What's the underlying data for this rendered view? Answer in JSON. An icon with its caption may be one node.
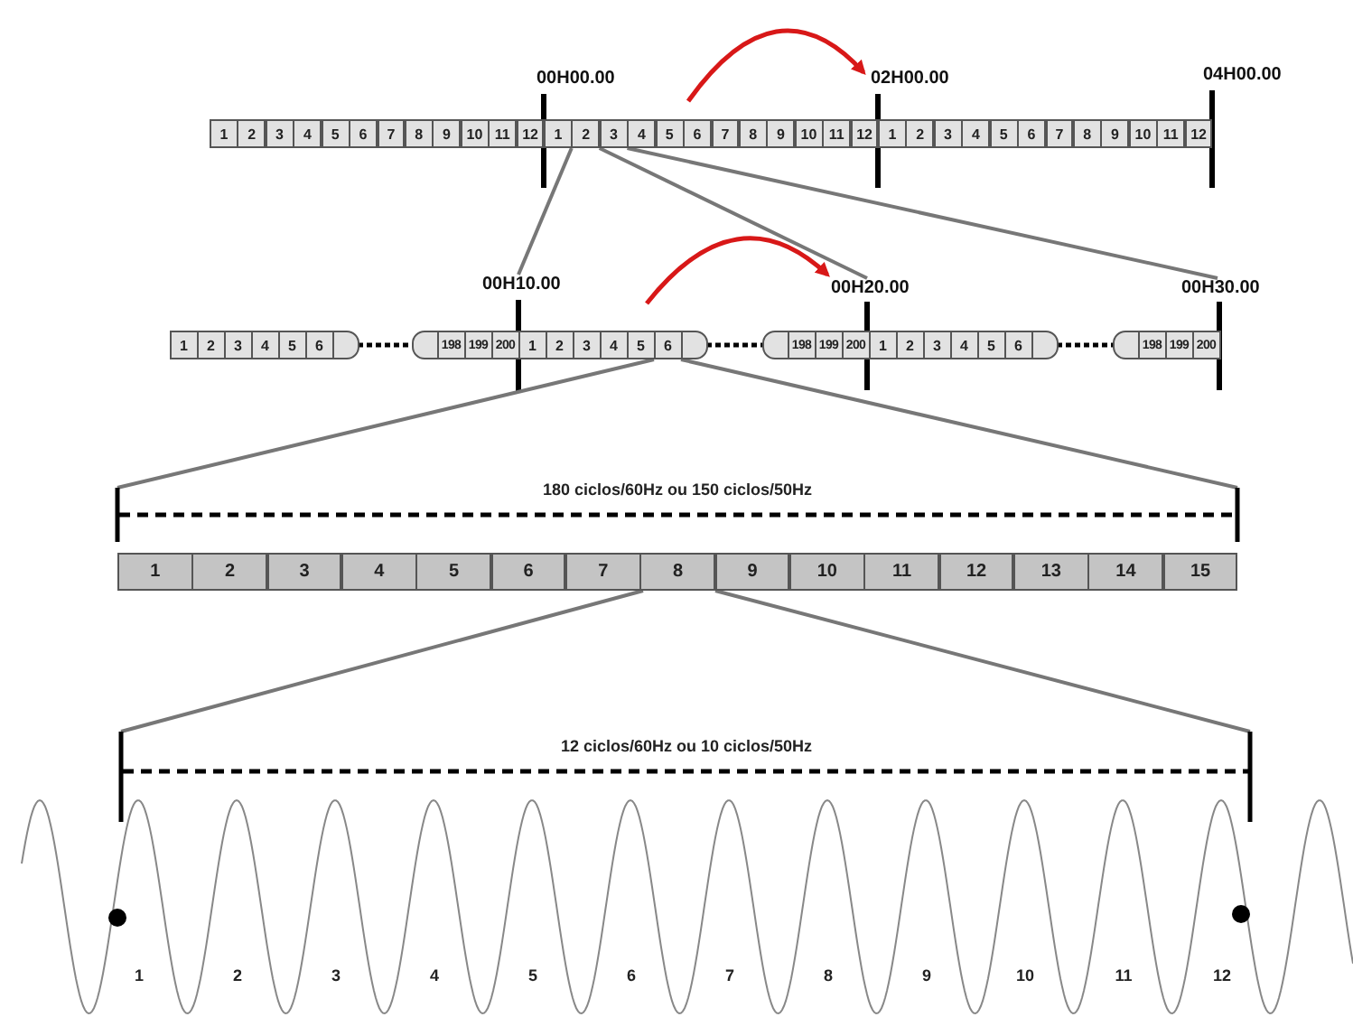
{
  "diagram": {
    "nodes": [
      {
        "text": [
          "1"
        ]
      },
      {
        "text": [
          "2"
        ]
      },
      {
        "text": [
          "3"
        ]
      },
      {
        "text": [
          "4"
        ]
      },
      {
        "text": [
          "5"
        ]
      },
      {
        "text": [
          "6"
        ]
      },
      {
        "text": [
          "7"
        ]
      },
      {
        "text": [
          "8"
        ]
      },
      {
        "text": [
          "9"
        ]
      },
      {
        "text": [
          "10"
        ]
      },
      {
        "text": [
          "11"
        ]
      },
      {
        "text": [
          "12"
        ]
      },
      {
        "text": [
          "1"
        ]
      },
      {
        "text": [
          "2"
        ]
      },
      {
        "text": [
          "3"
        ]
      },
      {
        "text": [
          "4"
        ]
      },
      {
        "text": [
          "5"
        ]
      },
      {
        "text": [
          "6"
        ]
      },
      {
        "text": [
          "7"
        ]
      },
      {
        "text": [
          "8"
        ]
      },
      {
        "text": [
          "9"
        ]
      },
      {
        "text": [
          "10"
        ]
      },
      {
        "text": [
          "11"
        ]
      },
      {
        "text": [
          "12"
        ]
      },
      {
        "text": [
          "1"
        ]
      },
      {
        "text": [
          "2"
        ]
      },
      {
        "text": [
          "3"
        ]
      },
      {
        "text": [
          "4"
        ]
      },
      {
        "text": [
          "5"
        ]
      },
      {
        "text": [
          "6"
        ]
      },
      {
        "text": [
          "7"
        ]
      },
      {
        "text": [
          "8"
        ]
      },
      {
        "text": [
          "9"
        ]
      },
      {
        "text": [
          "10"
        ]
      },
      {
        "text": [
          "11"
        ]
      },
      {
        "text": [
          "12"
        ]
      },
      {
        "text": [
          "1"
        ]
      },
      {
        "text": [
          "2"
        ]
      },
      {
        "text": [
          "3"
        ]
      },
      {
        "text": [
          "4"
        ]
      },
      {
        "text": [
          "5"
        ]
      },
      {
        "text": [
          "6"
        ]
      },
      {
        "text": [],
        "shape": "box"
      },
      {
        "text": [],
        "shape": "box"
      },
      {
        "text": [
          "198"
        ]
      },
      {
        "text": [
          "199"
        ]
      },
      {
        "text": [
          "200"
        ]
      },
      {
        "text": [
          "1"
        ]
      },
      {
        "text": [
          "2"
        ]
      },
      {
        "text": [
          "3"
        ]
      },
      {
        "text": [
          "4"
        ]
      },
      {
        "text": [
          "5"
        ]
      },
      {
        "text": [
          "6"
        ]
      },
      {
        "text": [],
        "shape": "box"
      },
      {
        "text": [],
        "shape": "box"
      },
      {
        "text": [
          "198"
        ]
      },
      {
        "text": [
          "199"
        ]
      },
      {
        "text": [
          "200"
        ]
      },
      {
        "text": [
          "1"
        ]
      },
      {
        "text": [
          "2"
        ]
      },
      {
        "text": [
          "3"
        ]
      },
      {
        "text": [
          "4"
        ]
      },
      {
        "text": [
          "5"
        ]
      },
      {
        "text": [
          "6"
        ]
      },
      {
        "text": [],
        "shape": "box"
      },
      {
        "text": [],
        "shape": "box"
      },
      {
        "text": [
          "198"
        ]
      },
      {
        "text": [
          "199"
        ]
      },
      {
        "text": [
          "200"
        ]
      },
      {
        "text": [
          "1"
        ]
      },
      {
        "text": [
          "2"
        ]
      },
      {
        "text": [
          "3"
        ]
      },
      {
        "text": [
          "4"
        ]
      },
      {
        "text": [
          "5"
        ]
      },
      {
        "text": [
          "6"
        ]
      },
      {
        "text": [
          "7"
        ]
      },
      {
        "text": [
          "8"
        ]
      },
      {
        "text": [
          "9"
        ]
      },
      {
        "text": [
          "10"
        ]
      },
      {
        "text": [
          "11"
        ]
      },
      {
        "text": [
          "12"
        ]
      },
      {
        "text": [
          "13"
        ]
      },
      {
        "text": [
          "14"
        ]
      },
      {
        "text": [
          "15"
        ]
      },
      {
        "text": [
          "00H00.00"
        ]
      },
      {
        "text": [
          "02H00.00"
        ]
      },
      {
        "text": [
          "04H00.00"
        ]
      },
      {
        "text": [
          "00H10.00"
        ]
      },
      {
        "text": [
          "00H20.00"
        ]
      },
      {
        "text": [
          "00H30.00"
        ]
      }
    ],
    "edges": [
      {
        "from": 13,
        "to": 87,
        "arrow": "none",
        "color": "#777777"
      },
      {
        "from": 13,
        "to": 88,
        "arrow": "none",
        "color": "#777777"
      },
      {
        "from": 14,
        "to": 89,
        "arrow": "none",
        "color": "#777777"
      },
      {
        "from": 42,
        "to": 43,
        "arrow": "none",
        "style": "dashed",
        "color": "#000000"
      },
      {
        "from": 53,
        "to": 54,
        "arrow": "none",
        "style": "dashed",
        "color": "#000000"
      },
      {
        "from": 64,
        "to": 65,
        "arrow": "none",
        "style": "dashed",
        "color": "#000000"
      }
    ],
    "labels": [
      "180 ciclos/60Hz ou 150 ciclos/50Hz",
      "12 ciclos/60Hz ou 10 ciclos/50Hz",
      "1",
      "2",
      "3",
      "4",
      "5",
      "6",
      "7",
      "8",
      "9",
      "10",
      "11",
      "12"
    ]
  }
}
